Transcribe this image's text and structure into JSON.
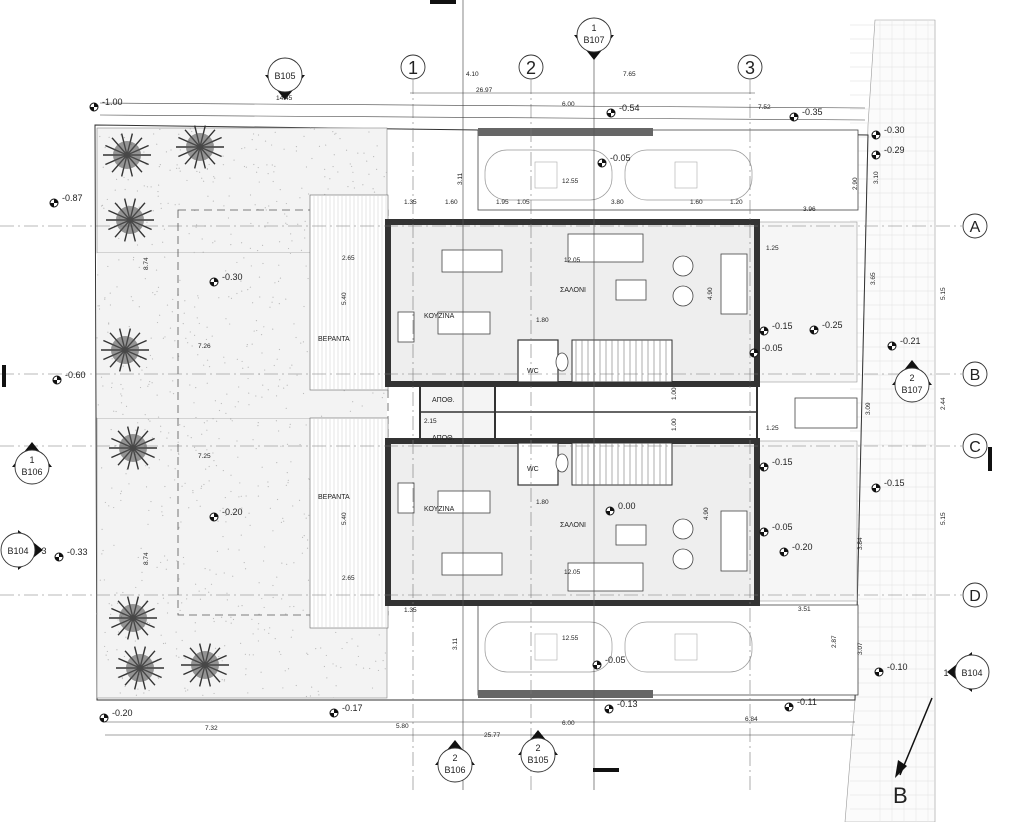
{
  "grid_axes": {
    "columns": [
      "1",
      "2",
      "3"
    ],
    "rows": [
      "A",
      "B",
      "C",
      "D"
    ]
  },
  "section_markers": [
    {
      "num": "",
      "ref": "B105"
    },
    {
      "num": "1",
      "ref": "B107"
    },
    {
      "num": "1",
      "ref": "B106"
    },
    {
      "num": "3",
      "ref": "B104"
    },
    {
      "num": "2",
      "ref": "B107"
    },
    {
      "num": "1",
      "ref": "B104"
    },
    {
      "num": "2",
      "ref": "B106"
    },
    {
      "num": "2",
      "ref": "B105"
    }
  ],
  "view_label": "B",
  "rooms": {
    "kitchen": "ΚΟΥΖΙΝΑ",
    "living": "ΣΑΛΟΝΙ",
    "veranda": "ΒΕΡΑΝΤΑ",
    "storage": "ΑΠΟΘ.",
    "wc": "WC"
  },
  "levels": [
    "-1.00",
    "-0.87",
    "-0.30",
    "-0.60",
    "-0.20",
    "-0.33",
    "-0.20",
    "-0.17",
    "-0.13",
    "-0.11",
    "-0.10",
    "-0.15",
    "-0.20",
    "-0.05",
    "-0.15",
    "-0.25",
    "-0.21",
    "-0.05",
    "-0.15",
    "-0.30",
    "-0.29",
    "-0.35",
    "-0.54",
    "-0.05",
    "0.00",
    "-0.05"
  ],
  "dimensions": [
    "4.10",
    "7.65",
    "26.97",
    "6.00",
    "7.52",
    "14.45",
    "12.55",
    "1.35",
    "1.60",
    "1.95",
    "1.05",
    "3.80",
    "1.60",
    "1.20",
    "3.96",
    "3.11",
    "2.90",
    "3.10",
    "8.74",
    "7.26",
    "7.25",
    "8.74",
    "2.65",
    "5.40",
    "2.65",
    "5.40",
    "12.05",
    "12.05",
    "1.80",
    "1.80",
    "4.90",
    "4.90",
    "5.15",
    "5.15",
    "2.44",
    "3.65",
    "3.09",
    "3.84",
    "3.07",
    "2.87",
    "3.51",
    "12.55",
    "7.32",
    "5.80",
    "25.77",
    "6.00",
    "6.84",
    "1.35",
    "3.11",
    "2.15",
    "1.00",
    "1.00",
    "1.25",
    "1.25"
  ]
}
